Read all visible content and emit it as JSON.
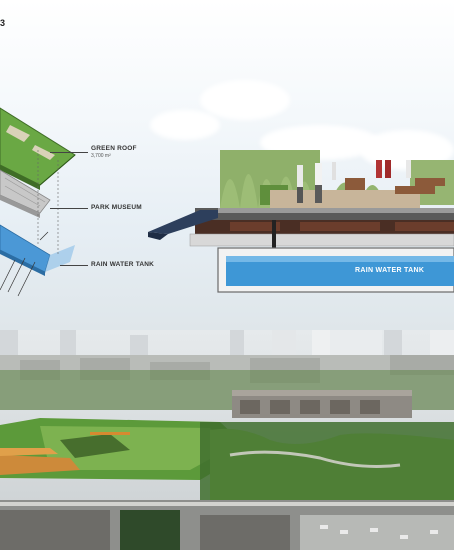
{
  "corner_mark": "3",
  "diagram": {
    "layers": [
      {
        "label": "GREEN ROOF",
        "sub": "3,700 m²"
      },
      {
        "label": "PARK MUSEUM",
        "sub": ""
      },
      {
        "label": "RAIN WATER TANK",
        "sub": ""
      }
    ],
    "section_tank_label": "RAIN WATER TANK"
  },
  "colors": {
    "green_roof": "#5f9e3a",
    "tank_blue": "#3d8fd0",
    "museum_gray": "#bdbdbd",
    "water": "#2f7fc0"
  }
}
